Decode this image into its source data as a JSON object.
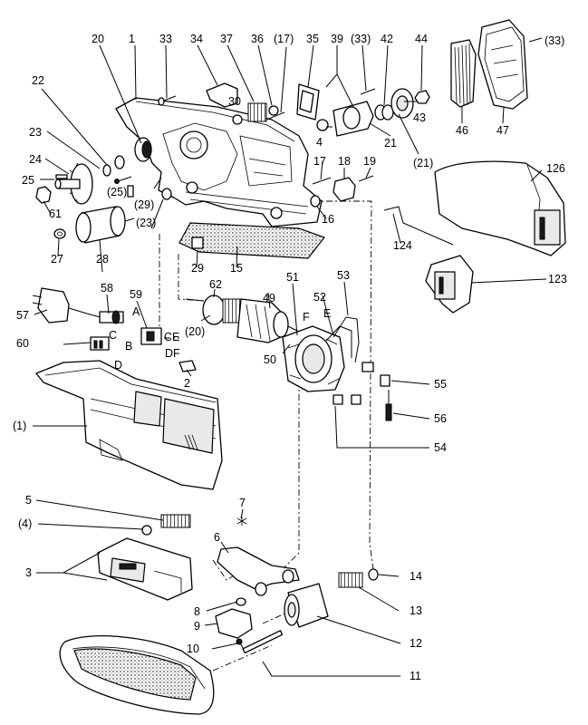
{
  "labels": {
    "l1": "1",
    "l2": "2",
    "l3": "3",
    "l4": "4",
    "l4p": "(4)",
    "l5": "5",
    "l6": "6",
    "l7": "7",
    "l8": "8",
    "l9": "9",
    "l10": "10",
    "l11": "11",
    "l12": "12",
    "l13": "13",
    "l14": "14",
    "l15": "15",
    "l16": "16",
    "l17": "17",
    "l17p": "(17)",
    "l18": "18",
    "l19": "19",
    "l20": "20",
    "l20p": "(20)",
    "l21": "21",
    "l21p": "(21)",
    "l22": "22",
    "l23": "23",
    "l23p": "(23)",
    "l24": "24",
    "l25": "25",
    "l25p": "(25)",
    "l27": "27",
    "l28": "28",
    "l29": "29",
    "l29p": "(29)",
    "l30": "30",
    "l33": "33",
    "l33p": "(33)",
    "l33q": "(33)",
    "l34": "34",
    "l35": "35",
    "l36": "36",
    "l37": "37",
    "l39": "39",
    "l42": "42",
    "l43": "43",
    "l44": "44",
    "l46": "46",
    "l47": "47",
    "l49": "49",
    "l50": "50",
    "l51": "51",
    "l52": "52",
    "l53": "53",
    "l54": "54",
    "l55": "55",
    "l56": "56",
    "l57": "57",
    "l58": "58",
    "l59": "59",
    "l60": "60",
    "l61": "61",
    "l62": "62",
    "l123": "123",
    "l124": "124",
    "l126": "126",
    "l1p": "(1)",
    "wA": "A",
    "wB": "B",
    "wC": "C",
    "wD": "D",
    "wE": "E",
    "wF": "F",
    "wCE": "CE",
    "wDF": "DF",
    "wC2": "C",
    "wB2": "B",
    "wD2": "D",
    "wF2": "F",
    "wE2": "E"
  }
}
